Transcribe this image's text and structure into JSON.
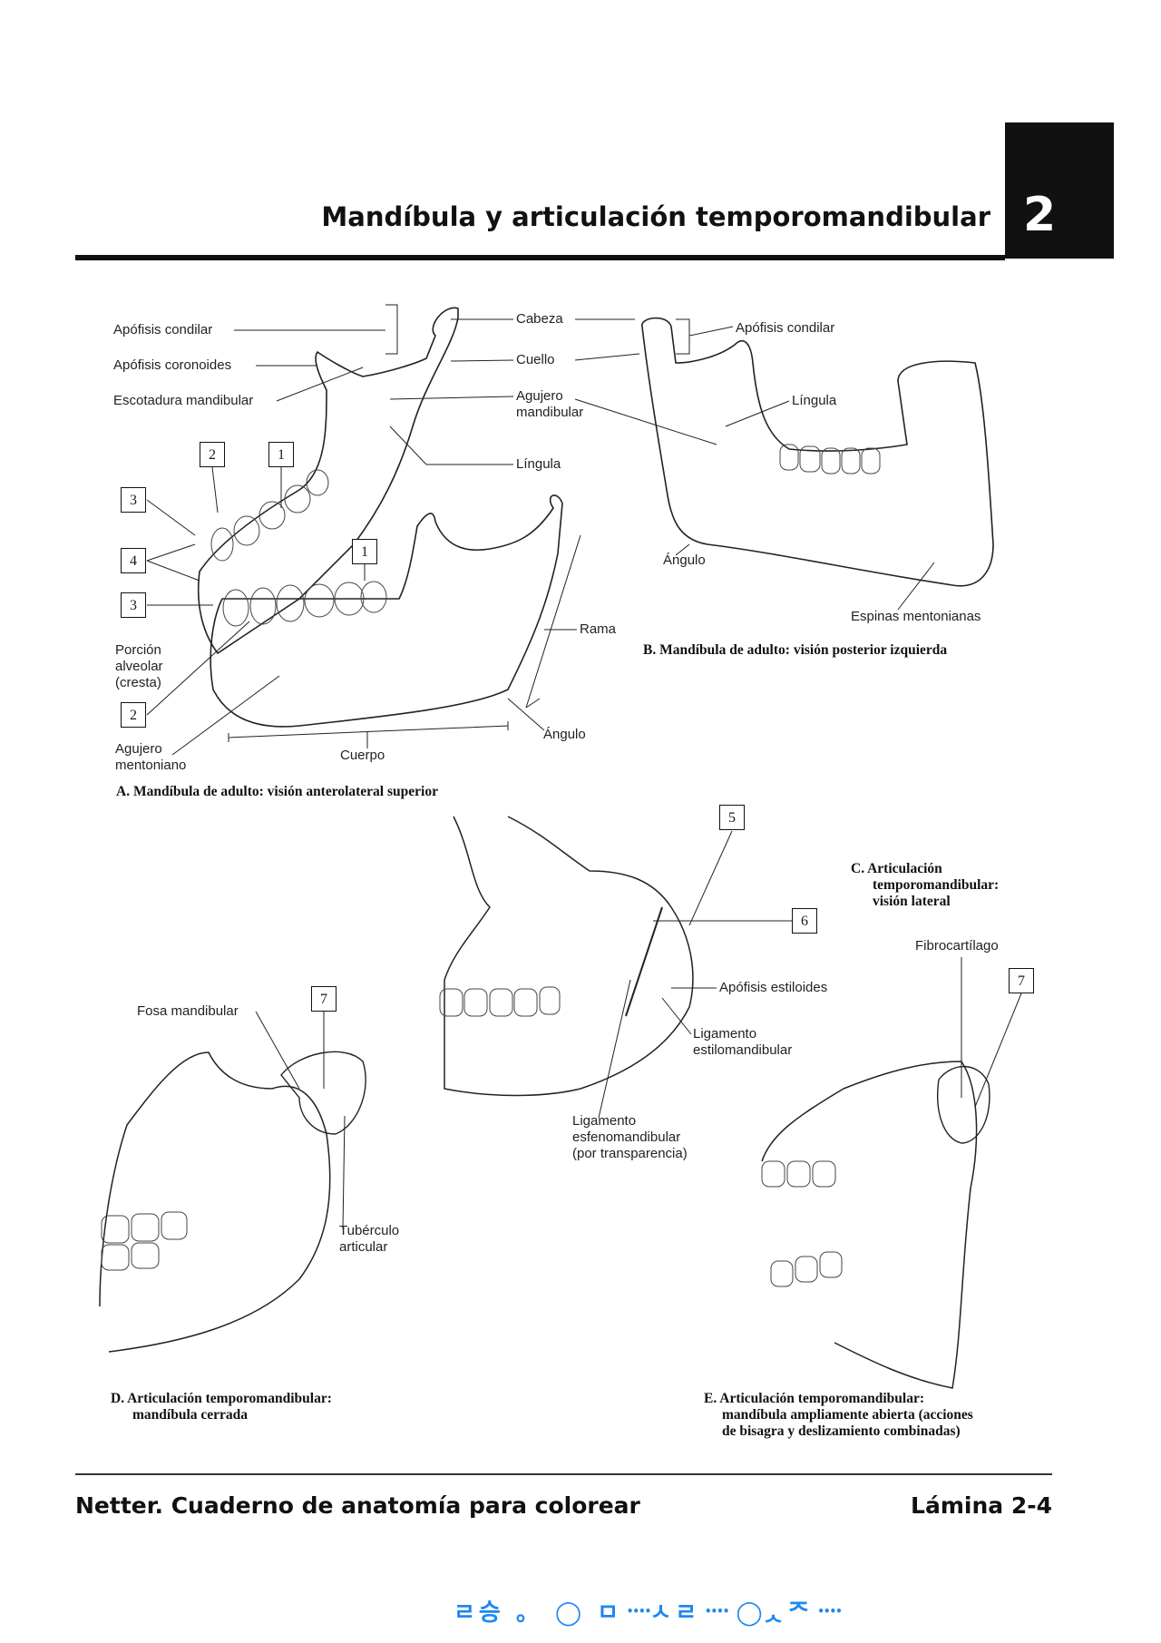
{
  "header": {
    "title": "Mandíbula y articulación temporomandibular",
    "chapter": "2"
  },
  "panelA": {
    "labels": {
      "apofisis_condilar": "Apófisis condilar",
      "apofisis_coronoides": "Apófisis coronoides",
      "escotadura": "Escotadura mandibular",
      "cabeza": "Cabeza",
      "cuello": "Cuello",
      "agujero_mandibular": "Agujero mandibular",
      "lingula": "Língula",
      "rama": "Rama",
      "angulo": "Ángulo",
      "cuerpo": "Cuerpo",
      "porcion_alveolar": "Porción alveolar (cresta)",
      "agujero_mentoniano": "Agujero mentoniano"
    },
    "boxes": [
      "2",
      "1",
      "3",
      "4",
      "3",
      "1",
      "2"
    ],
    "caption_letter": "A.",
    "caption": "Mandíbula de adulto: visión anterolateral superior"
  },
  "panelB": {
    "labels": {
      "apofisis_condilar": "Apófisis condilar",
      "lingula": "Língula",
      "angulo": "Ángulo",
      "espinas": "Espinas mentonianas"
    },
    "caption_letter": "B.",
    "caption": "Mandíbula de adulto: visión posterior izquierda"
  },
  "panelC": {
    "boxes": [
      "5",
      "6"
    ],
    "labels": {
      "estiloides": "Apófisis estiloides",
      "estilomandibular_1": "Ligamento",
      "estilomandibular_2": "estilomandibular",
      "esfeno_1": "Ligamento",
      "esfeno_2": "esfenomandibular",
      "esfeno_3": "(por transparencia)"
    },
    "caption_letter": "C.",
    "caption_1": "Articulación",
    "caption_2": "temporomandibular:",
    "caption_3": "visión lateral"
  },
  "panelD": {
    "box": "7",
    "labels": {
      "fosa": "Fosa mandibular",
      "tuberculo_1": "Tubérculo",
      "tuberculo_2": "articular"
    },
    "caption_letter": "D.",
    "caption_1": "Articulación temporomandibular:",
    "caption_2": "mandíbula cerrada"
  },
  "panelE": {
    "box": "7",
    "labels": {
      "fibro": "Fibrocartílago"
    },
    "caption_letter": "E.",
    "caption_1": "Articulación temporomandibular:",
    "caption_2": "mandíbula ampliamente abierta (acciones",
    "caption_3": "de bisagra y deslizamiento combinadas)"
  },
  "footer": {
    "book": "Netter. Cuaderno de anatomía para colorear",
    "plate": "Lámina 2-4"
  },
  "watermark": "ㄹ승 。 ◯ ㅁ᠁ㅅㄹ᠁ ◯ᆺᄌ᠁"
}
